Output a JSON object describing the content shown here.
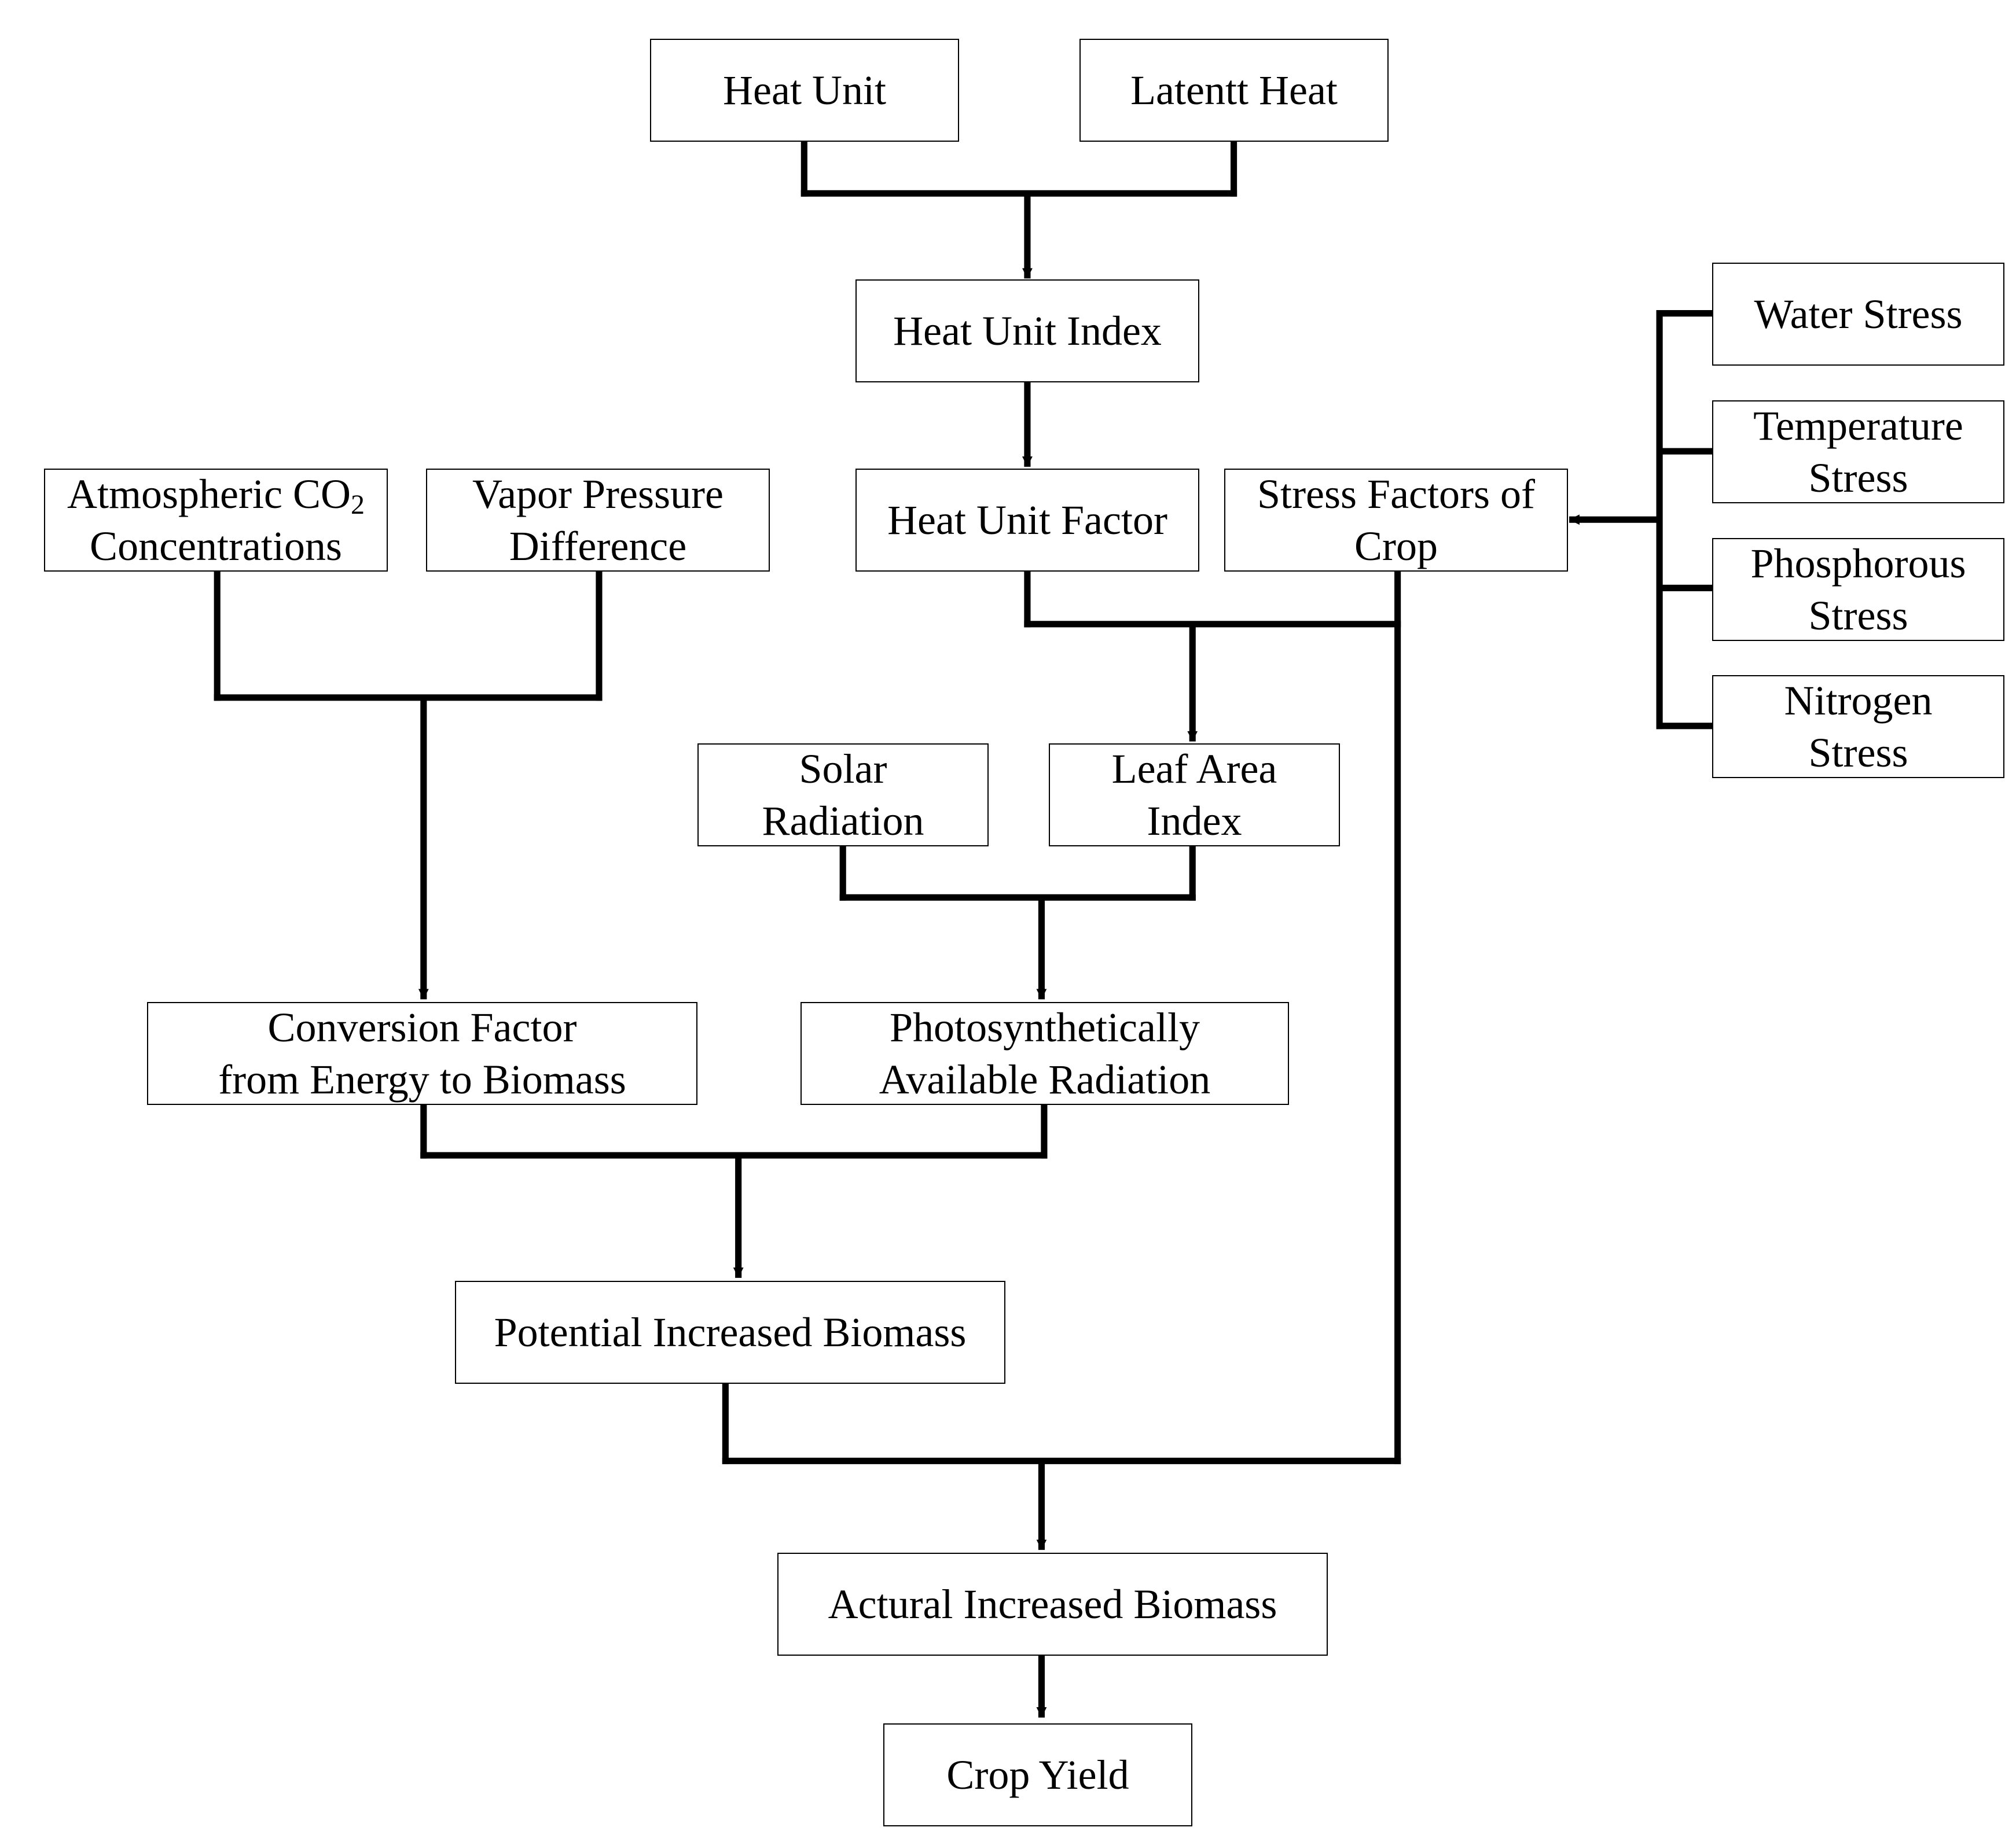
{
  "diagram": {
    "nodes": {
      "heat_unit": {
        "lines": [
          "Heat Unit"
        ]
      },
      "latent_heat": {
        "lines": [
          "Latentt Heat"
        ]
      },
      "heat_unit_index": {
        "lines": [
          "Heat Unit Index"
        ]
      },
      "heat_unit_factor": {
        "lines": [
          "Heat Unit Factor"
        ]
      },
      "stress_factors": {
        "lines": [
          "Stress Factors of",
          "Crop"
        ]
      },
      "water_stress": {
        "lines": [
          "Water Stress"
        ]
      },
      "temperature_stress": {
        "lines": [
          "Temperature",
          "Stress"
        ]
      },
      "phosphorous_stress": {
        "lines": [
          "Phosphorous",
          "Stress"
        ]
      },
      "nitrogen_stress": {
        "lines": [
          "Nitrogen",
          "Stress"
        ]
      },
      "atmospheric_co2": {
        "lines": [
          "Atmospheric CO",
          "Concentrations"
        ],
        "subscript": "2"
      },
      "vapor_pressure": {
        "lines": [
          "Vapor Pressure",
          "Difference"
        ]
      },
      "solar_radiation": {
        "lines": [
          "Solar",
          "Radiation"
        ]
      },
      "leaf_area_index": {
        "lines": [
          "Leaf Area",
          "Index"
        ]
      },
      "conversion_factor": {
        "lines": [
          "Conversion Factor",
          "from Energy to Biomass"
        ]
      },
      "par": {
        "lines": [
          "Photosynthetically",
          "Available Radiation"
        ]
      },
      "potential_biomass": {
        "lines": [
          "Potential Increased Biomass"
        ]
      },
      "actual_biomass": {
        "lines": [
          "Actural Increased Biomass"
        ]
      },
      "crop_yield": {
        "lines": [
          "Crop Yield"
        ]
      }
    },
    "edges": [
      {
        "from": [
          "heat_unit",
          "latent_heat"
        ],
        "to": "heat_unit_index"
      },
      {
        "from": [
          "heat_unit_index"
        ],
        "to": "heat_unit_factor"
      },
      {
        "from": [
          "water_stress",
          "temperature_stress",
          "phosphorous_stress",
          "nitrogen_stress"
        ],
        "to": "stress_factors"
      },
      {
        "from": [
          "heat_unit_factor",
          "stress_factors"
        ],
        "to": "leaf_area_index"
      },
      {
        "from": [
          "atmospheric_co2",
          "vapor_pressure"
        ],
        "to": "conversion_factor"
      },
      {
        "from": [
          "solar_radiation",
          "leaf_area_index"
        ],
        "to": "par"
      },
      {
        "from": [
          "conversion_factor",
          "par"
        ],
        "to": "potential_biomass"
      },
      {
        "from": [
          "potential_biomass",
          "stress_factors"
        ],
        "to": "actual_biomass"
      },
      {
        "from": [
          "actual_biomass"
        ],
        "to": "crop_yield"
      }
    ]
  }
}
